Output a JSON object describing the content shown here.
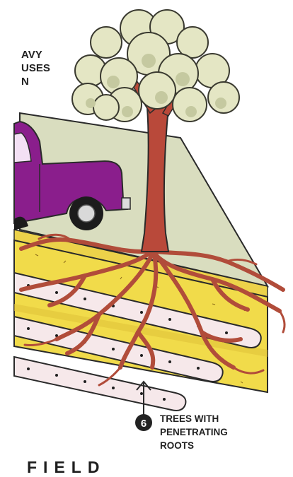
{
  "caption_top": {
    "lines": [
      "AVY",
      "USES",
      "N"
    ]
  },
  "marker": {
    "number": "6",
    "lines": [
      "TREES WITH",
      "PENETRATING",
      "ROOTS"
    ]
  },
  "footer": {
    "word": "FIELD"
  },
  "colors": {
    "truck": "#8a1e8c",
    "ground": "#d9ddbf",
    "soil": "#f1db4a",
    "soil_front": "#e8c93a",
    "pipe": "#f6e8ea",
    "root": "#b14c3a",
    "foliage": "#e4e6c4",
    "trunk": "#b9493a"
  }
}
